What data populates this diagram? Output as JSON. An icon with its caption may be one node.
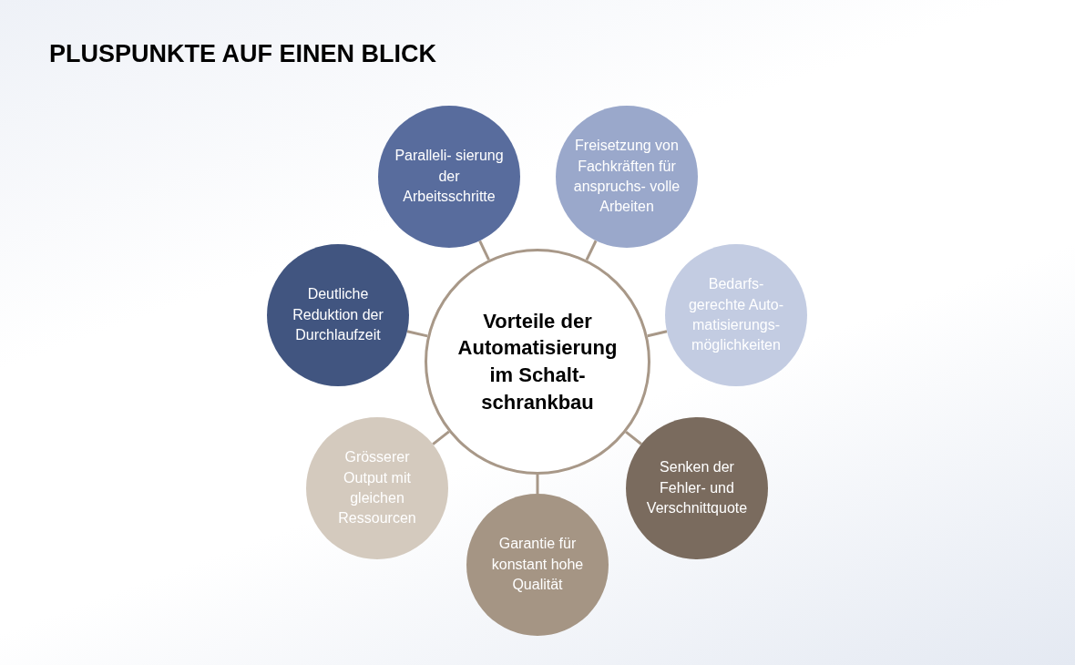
{
  "diagram": {
    "title": "PLUSPUNKTE AUF EINEN BLICK",
    "nodes": [
      {
        "text": [
          "Vorteile der Automatisierung im Schalt- schrankbau"
        ]
      },
      {
        "text": [
          "Paralleli- sierung der Arbeitsschritte"
        ]
      },
      {
        "text": [
          "Freisetzung von Fachkräften für anspruchs- volle Arbeiten"
        ]
      },
      {
        "text": [
          "Bedarfs- gerechte Auto- matisierungs- möglichkeiten"
        ]
      },
      {
        "text": [
          "Senken der Fehler- und Verschnittquote"
        ]
      },
      {
        "text": [
          "Garantie für konstant hohe Qualität"
        ]
      },
      {
        "text": [
          "Grösserer Output mit gleichen Ressourcen"
        ]
      },
      {
        "text": [
          "Deutliche Reduktion der Durchlaufzeit"
        ]
      }
    ],
    "edges": [
      {
        "from": 0,
        "to": 1,
        "arrow": "none"
      },
      {
        "from": 0,
        "to": 2,
        "arrow": "none"
      },
      {
        "from": 0,
        "to": 3,
        "arrow": "none"
      },
      {
        "from": 0,
        "to": 4,
        "arrow": "none"
      },
      {
        "from": 0,
        "to": 5,
        "arrow": "none"
      },
      {
        "from": 0,
        "to": 6,
        "arrow": "none"
      },
      {
        "from": 0,
        "to": 7,
        "arrow": "none"
      }
    ]
  }
}
